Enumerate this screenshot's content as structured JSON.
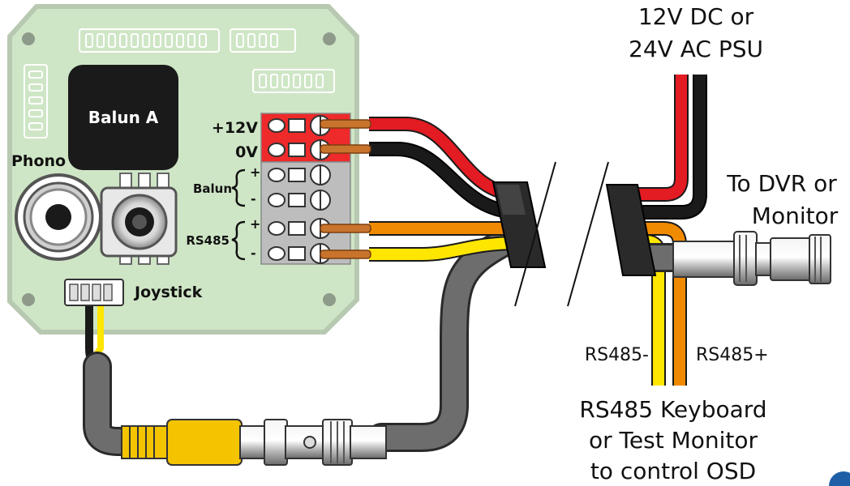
{
  "board": {
    "balun_chip_label": "Balun A",
    "phono_label": "Phono",
    "joystick_label": "Joystick"
  },
  "terminals": {
    "plus12v": "+12V",
    "zero_v": "0V",
    "balun": "Balun",
    "rs485": "RS485",
    "plus": "+",
    "minus": "-"
  },
  "labels": {
    "psu_line1": "12V DC or",
    "psu_line2": "24V AC PSU",
    "dvr_line1": "To DVR or",
    "dvr_line2": "Monitor",
    "rs485_minus": "RS485-",
    "rs485_plus": "RS485+",
    "keyboard_line1": "RS485 Keyboard",
    "keyboard_line2": "or Test Monitor",
    "keyboard_line3": "to control OSD"
  },
  "colors": {
    "board": "#cfe6c6",
    "board_edge": "#a9b9a4",
    "wire_red": "#e31b23",
    "wire_black": "#1a1a1a",
    "wire_orange": "#f08a00",
    "wire_yellow": "#ffe600",
    "cable_grey": "#6d6d6d",
    "copper": "#c8742c",
    "terminal_red": "#ee2a2a",
    "terminal_grey": "#bdbdbd",
    "rca_yellow": "#f5c400",
    "accent_blue": "#1f5fa8"
  }
}
